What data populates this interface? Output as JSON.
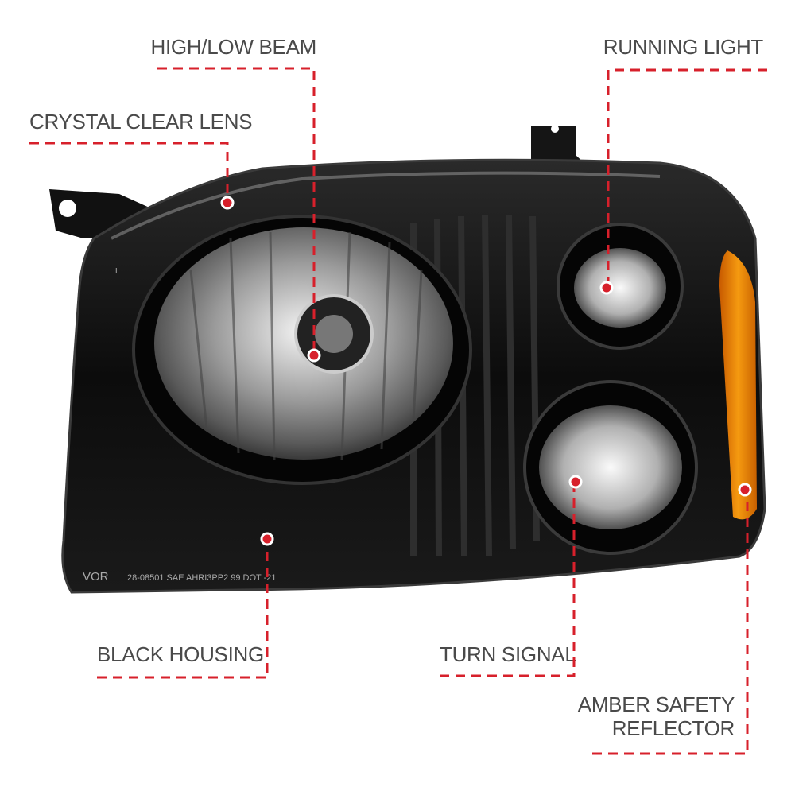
{
  "callouts": {
    "high_low_beam": "HIGH/LOW BEAM",
    "crystal_clear_lens": "CRYSTAL CLEAR LENS",
    "running_light": "RUNNING LIGHT",
    "black_housing": "BLACK HOUSING",
    "turn_signal": "TURN SIGNAL",
    "amber_reflector_line1": "AMBER SAFETY",
    "amber_reflector_line2": "REFLECTOR"
  },
  "housing_markings": {
    "brand": "VOR",
    "code": "28-08501 SAE AHRI3PP2 99 DOT -21",
    "side": "L"
  },
  "colors": {
    "callout_line": "#d7202b",
    "label_text": "#4a4a4a",
    "housing": "#0c0c0c",
    "amber": "#f08a00"
  }
}
